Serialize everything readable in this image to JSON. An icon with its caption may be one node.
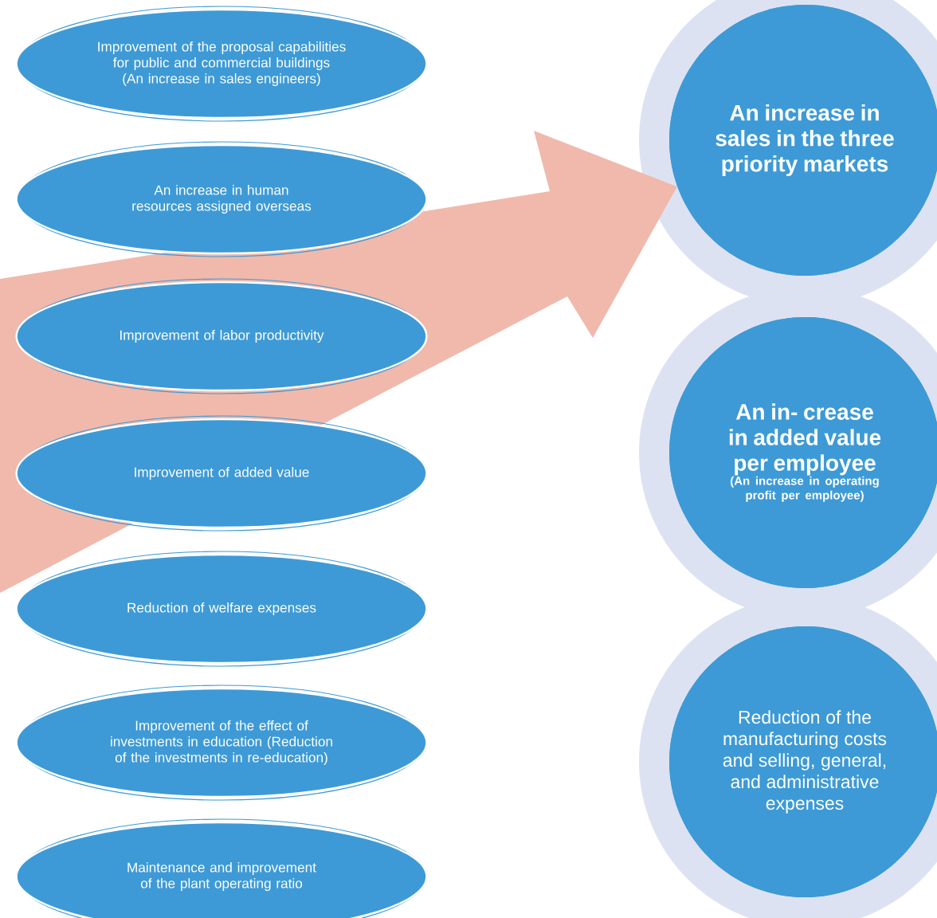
{
  "diagram": {
    "nodes": [
      {
        "text": [
          "Improvement of the proposal capabilities for public and commercial buildings (An increase in sales engineers)"
        ]
      },
      {
        "text": [
          "An increase in human resources assigned overseas"
        ]
      },
      {
        "text": [
          "Improvement of labor productivity"
        ]
      },
      {
        "text": [
          "Improvement of added value"
        ]
      },
      {
        "text": [
          "Reduction of welfare expenses"
        ]
      },
      {
        "text": [
          "Improvement of the effect of investments in education (Reduction of the investments in re-education)"
        ]
      },
      {
        "text": [
          "Maintenance and improvement of the plant operating ratio"
        ]
      },
      {
        "text": [
          "An increase in sales in the three priority markets"
        ]
      },
      {
        "text": [
          "An in- crease in added value per employee",
          "(An increase in operating profit per employee)"
        ]
      },
      {
        "text": [
          "Reduction of the manufacturing costs and selling, general, and administrative expenses"
        ]
      }
    ],
    "edges": [
      {
        "from": null,
        "to": 7,
        "arrow": "to"
      }
    ]
  }
}
